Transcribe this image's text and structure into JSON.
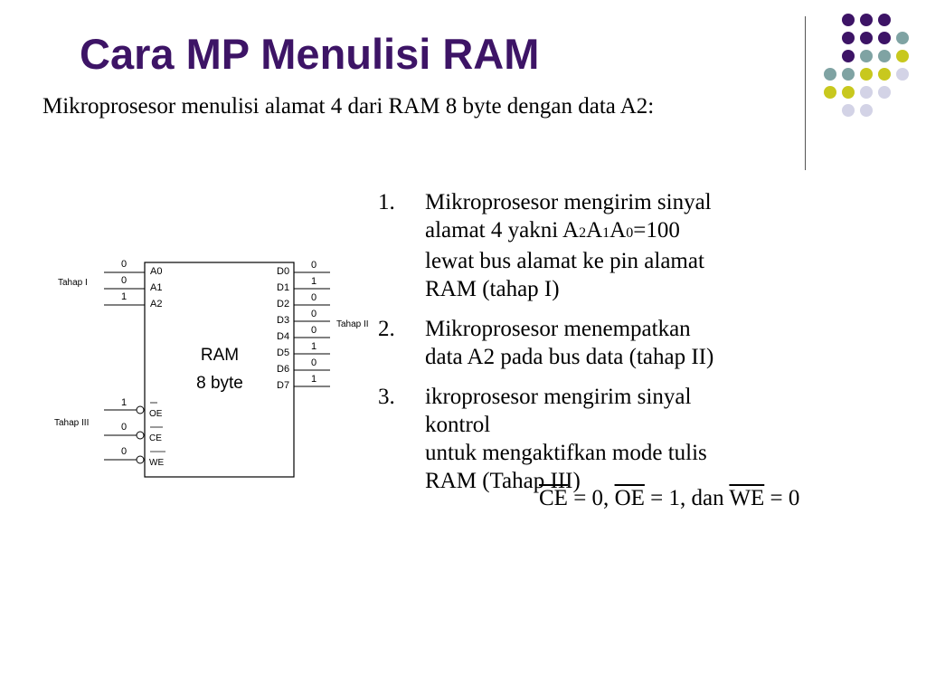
{
  "slide": {
    "title": "Cara MP Menulisi RAM",
    "subtitle": "Mikroprosesor menulisi alamat 4 dari  RAM 8 byte dengan data A2:",
    "colors": {
      "title": "#3d1466",
      "dot_purple": "#3d1466",
      "dot_teal": "#7fa3a3",
      "dot_yellow": "#c8c81e",
      "dot_lavender": "#d3d3e6"
    }
  },
  "diagram": {
    "chip_label_1": "RAM",
    "chip_label_2": "8 byte",
    "address_pins": [
      "A0",
      "A1",
      "A2"
    ],
    "address_values": [
      "0",
      "0",
      "1"
    ],
    "data_pins": [
      "D0",
      "D1",
      "D2",
      "D3",
      "D4",
      "D5",
      "D6",
      "D7"
    ],
    "data_values": [
      "0",
      "1",
      "0",
      "0",
      "0",
      "1",
      "0",
      "1"
    ],
    "control_pins": [
      "OE",
      "CE",
      "WE"
    ],
    "control_values": [
      "1",
      "0",
      "0"
    ],
    "stage_1": "Tahap I",
    "stage_2": "Tahap II",
    "stage_3": "Tahap III"
  },
  "steps": [
    {
      "num": "1.",
      "line1": "Mikroprosesor mengirim sinyal",
      "line2_a": "alamat 4 yakni A",
      "sub2": "2",
      "a1": "A",
      "sub1": "1",
      "a0": "A",
      "sub0": "0",
      "line2_b": "=100",
      "line3": "lewat bus alamat ke pin alamat",
      "line4": "RAM (tahap I)"
    },
    {
      "num": "2.",
      "line1": "Mikroprosesor menempatkan",
      "line2": "data A2 pada bus data (tahap II)"
    },
    {
      "num": "3.",
      "line1": "ikroprosesor mengirim sinyal",
      "line2": "kontrol",
      "line3": "untuk mengaktifkan mode tulis",
      "line4": "RAM (Tahap III)"
    }
  ],
  "equation": {
    "ce": "CE",
    "ce_val": " = 0, ",
    "oe": "OE",
    "oe_val": " = 1, dan ",
    "we": "WE",
    "we_val": " = 0"
  }
}
